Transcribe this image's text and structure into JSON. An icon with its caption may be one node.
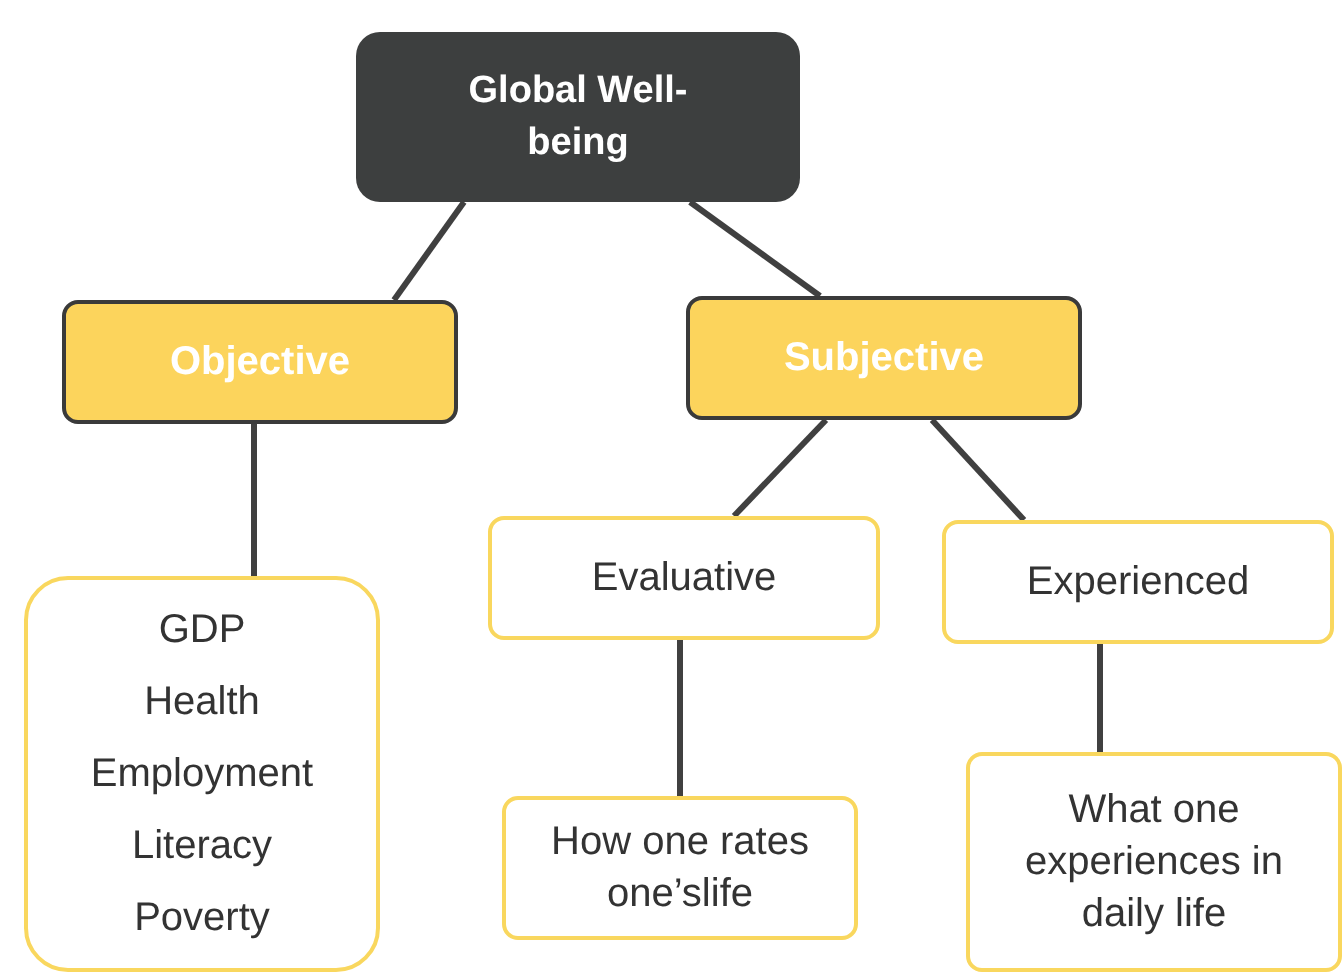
{
  "diagram": {
    "nodes": [
      {
        "text": [
          "Global Well-being"
        ]
      },
      {
        "text": [
          "Objective"
        ]
      },
      {
        "text": [
          "Subjective"
        ]
      },
      {
        "text": [
          "Evaluative"
        ]
      },
      {
        "text": [
          "Experienced"
        ]
      },
      {
        "text": [
          "GDP",
          "Health",
          "Employment",
          "Literacy",
          "Poverty"
        ]
      },
      {
        "text": [
          "How one rates one’slife"
        ]
      },
      {
        "text": [
          "What one experiences in daily life"
        ]
      }
    ],
    "edges": [
      {
        "from": 0,
        "to": 1,
        "arrow": "none"
      },
      {
        "from": 0,
        "to": 2,
        "arrow": "none"
      },
      {
        "from": 1,
        "to": 5,
        "arrow": "none"
      },
      {
        "from": 2,
        "to": 3,
        "arrow": "none"
      },
      {
        "from": 2,
        "to": 4,
        "arrow": "none"
      },
      {
        "from": 3,
        "to": 6,
        "arrow": "none"
      },
      {
        "from": 4,
        "to": 7,
        "arrow": "none"
      }
    ]
  }
}
